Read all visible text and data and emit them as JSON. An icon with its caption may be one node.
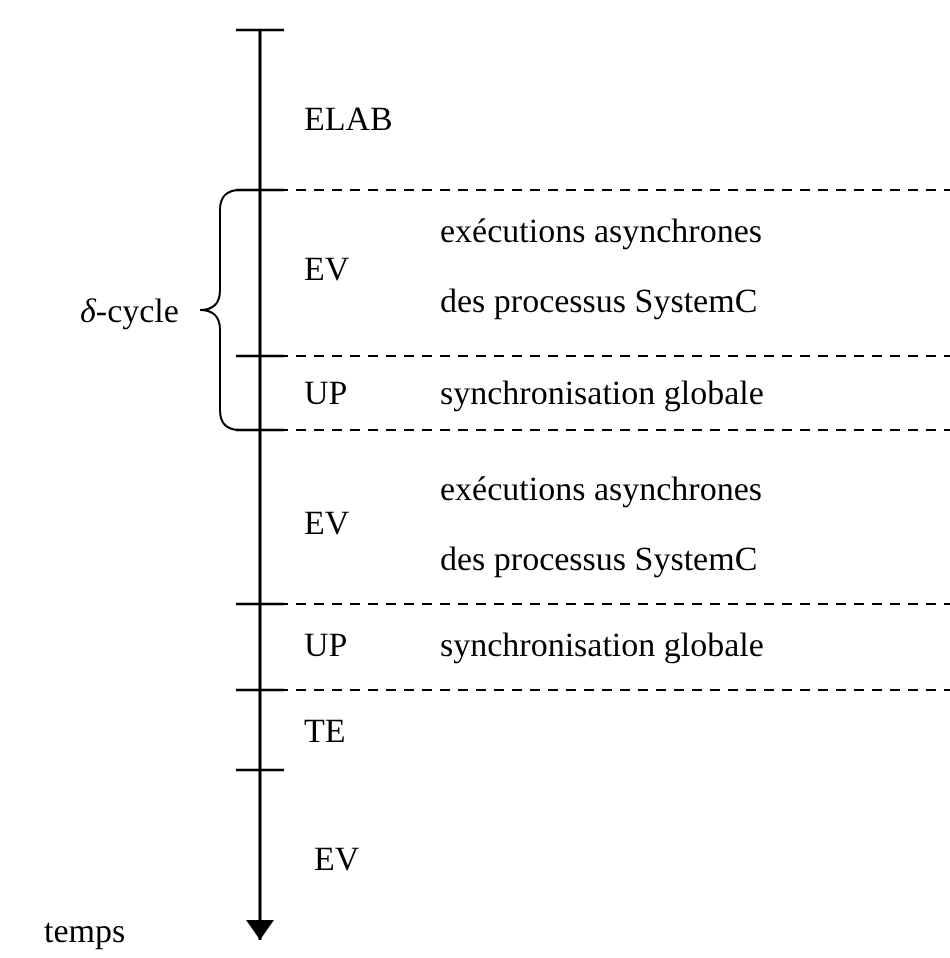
{
  "diagram": {
    "labels": [
      "ELAB",
      "EV",
      "exécutions asynchrones des processus SystemC",
      "UP",
      "synchronisation globale",
      "EV",
      "exécutions asynchrones des processus SystemC",
      "UP",
      "synchronisation globale",
      "TE",
      "EV",
      "*δ*-cycle",
      "temps"
    ]
  }
}
